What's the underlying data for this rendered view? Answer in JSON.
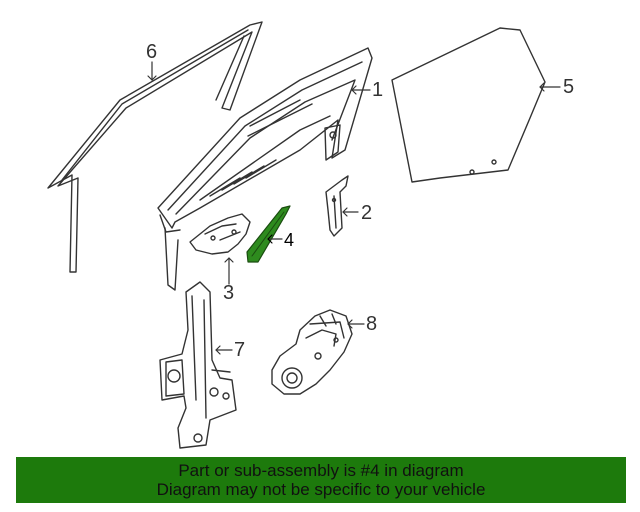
{
  "diagram": {
    "highlight_color": "#2e8b1e",
    "line_color": "#333333",
    "callouts": {
      "c1": "1",
      "c2": "2",
      "c3": "3",
      "c4": "4",
      "c5": "5",
      "c6": "6",
      "c7": "7",
      "c8": "8"
    }
  },
  "banner": {
    "background": "#1d7a0c",
    "line1": "Part or sub-assembly is #4 in diagram",
    "line2": "Diagram may not be specific to your vehicle"
  }
}
